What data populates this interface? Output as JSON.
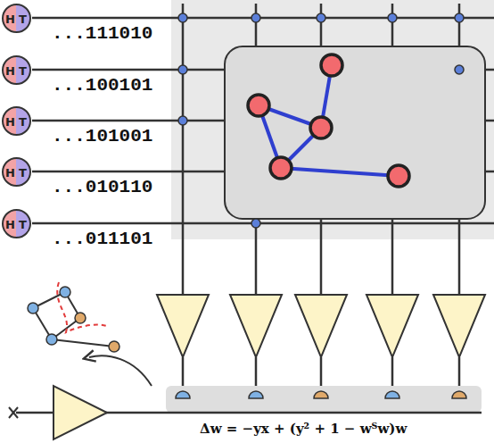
{
  "diagram": {
    "nodes": [
      {
        "text": [
          "H",
          "T"
        ]
      },
      {
        "text": [
          "H",
          "T"
        ]
      },
      {
        "text": [
          "H",
          "T"
        ]
      },
      {
        "text": [
          "H",
          "T"
        ]
      },
      {
        "text": [
          "H",
          "T"
        ]
      }
    ],
    "edges": [],
    "labels": [
      "...111010",
      "...100101",
      "...101001",
      "...010110",
      "...011101",
      "Δw = −yx + (y² + 1 − wᵀw)w"
    ]
  }
}
